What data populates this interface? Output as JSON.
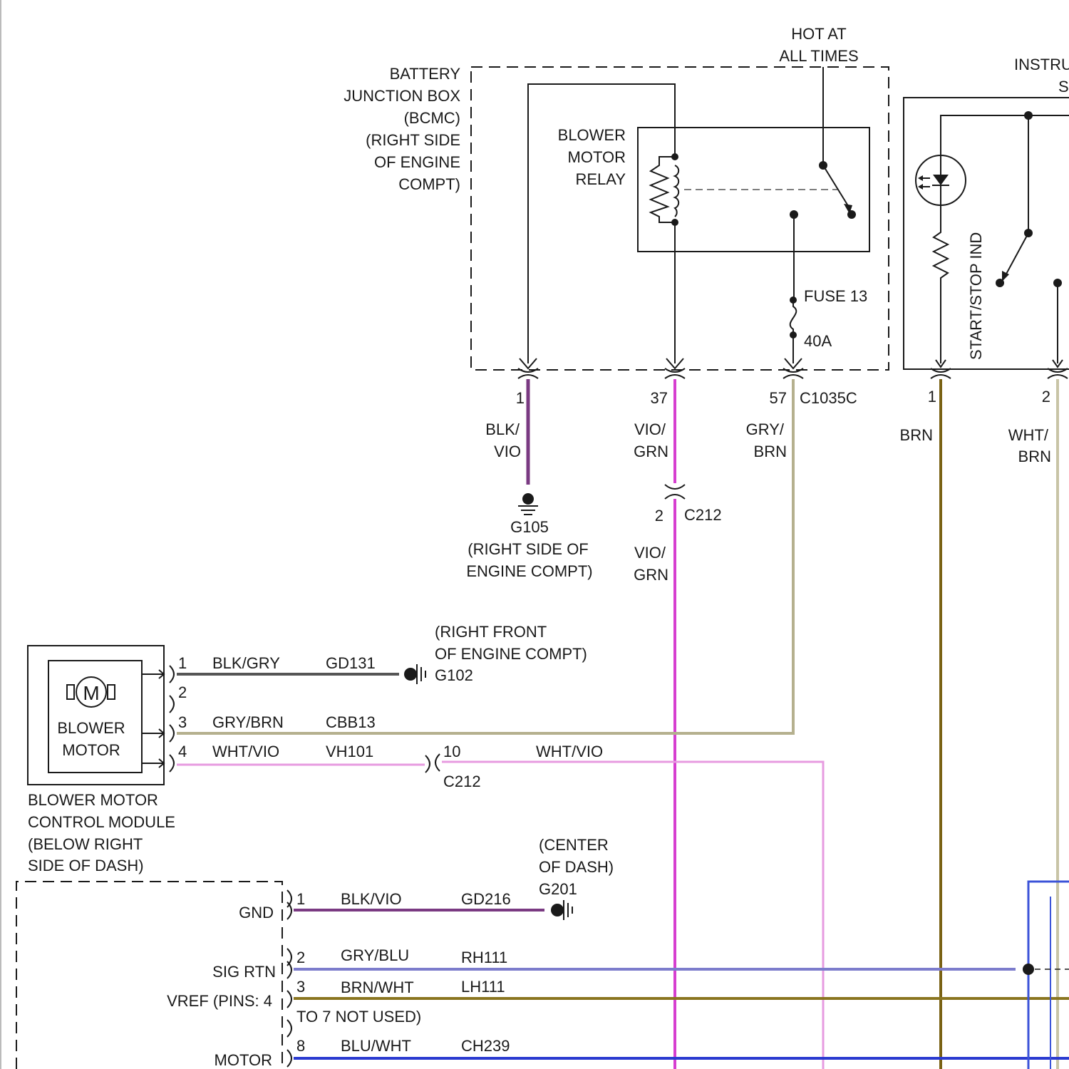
{
  "colors": {
    "blk_vio": "#7a3a82",
    "vio_grn": "#d63fd0",
    "gry_brn": "#b5b08e",
    "brn": "#7a6214",
    "wht_brn": "#c8c4a6",
    "blk_gry": "#555555",
    "wht_vio": "#e79be0",
    "gry_blu": "#7c7ccc",
    "brn_wht": "#8a7520",
    "blu_wht": "#2a3ad0",
    "blu_right": "#3b53d8"
  },
  "hot": {
    "line1": "HOT AT",
    "line2": "ALL TIMES"
  },
  "bjb": {
    "lines": [
      "BATTERY",
      "JUNCTION BOX",
      "(BCMC)",
      "(RIGHT SIDE",
      "OF ENGINE",
      "COMPT)"
    ]
  },
  "relay": {
    "lines": [
      "BLOWER",
      "MOTOR",
      "RELAY"
    ]
  },
  "fuse": {
    "name": "FUSE 13",
    "rating": "40A"
  },
  "c1035c": {
    "connector": "C1035C",
    "pins": [
      "1",
      "37",
      "57"
    ],
    "wires": [
      {
        "line1": "BLK/",
        "line2": "VIO"
      },
      {
        "line1": "VIO/",
        "line2": "GRN"
      },
      {
        "line1": "GRY/",
        "line2": "BRN"
      }
    ]
  },
  "g105": {
    "name": "G105",
    "loc1": "(RIGHT SIDE OF",
    "loc2": "ENGINE COMPT)"
  },
  "c212_upper": {
    "pin": "2",
    "connector": "C212",
    "wire_line1": "VIO/",
    "wire_line2": "GRN"
  },
  "instrument": {
    "title_fragment_1": "INSTRU",
    "title_fragment_2": "S",
    "indicator_label": "START/STOP IND",
    "pins": [
      "1",
      "2"
    ],
    "wires": [
      {
        "line1": "BRN",
        "line2": ""
      },
      {
        "line1": "WHT/",
        "line2": "BRN"
      }
    ]
  },
  "blower": {
    "motor_symbol": "M",
    "label_line1": "BLOWER",
    "label_line2": "MOTOR",
    "module_lines": [
      "BLOWER MOTOR",
      "CONTROL MODULE",
      "(BELOW RIGHT",
      "SIDE OF DASH)"
    ],
    "pins": [
      {
        "pin": "1",
        "color": "BLK/GRY",
        "circuit": "GD131"
      },
      {
        "pin": "2",
        "color": "",
        "circuit": ""
      },
      {
        "pin": "3",
        "color": "GRY/BRN",
        "circuit": "CBB13"
      },
      {
        "pin": "4",
        "color": "WHT/VIO",
        "circuit": "VH101"
      }
    ]
  },
  "g102": {
    "name": "G102",
    "loc1": "(RIGHT FRONT",
    "loc2": "OF ENGINE COMPT)"
  },
  "c212_lower": {
    "pin": "10",
    "connector": "C212",
    "wire": "WHT/VIO"
  },
  "g201": {
    "name": "G201",
    "loc1": "(CENTER",
    "loc2": "OF DASH)"
  },
  "lower_module": {
    "labels": {
      "gnd": "GND",
      "sig_rtn": "SIG RTN",
      "vref": "VREF (PINS: 4",
      "motor": "MOTOR"
    },
    "pins": [
      {
        "pin": "1",
        "color": "BLK/VIO",
        "circuit": "GD216"
      },
      {
        "pin": "2",
        "color": "GRY/BLU",
        "circuit": "RH111"
      },
      {
        "pin": "3",
        "color": "BRN/WHT",
        "circuit": "LH111"
      },
      {
        "pin": "8",
        "color": "BLU/WHT",
        "circuit": "CH239"
      }
    ],
    "not_used": "TO 7 NOT USED)"
  }
}
